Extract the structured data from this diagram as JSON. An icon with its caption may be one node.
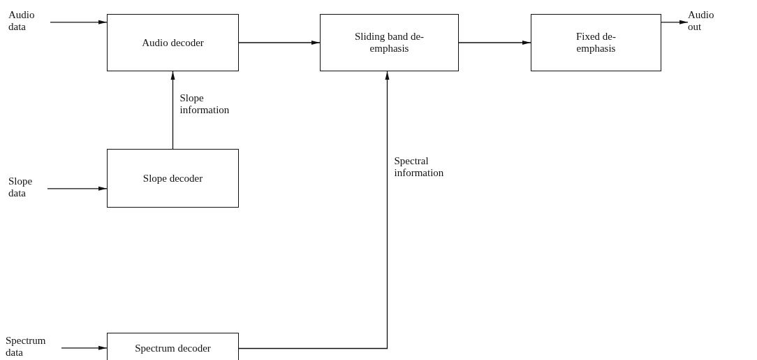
{
  "diagram": {
    "nodes": [
      {
        "text": [
          "Audio data"
        ]
      },
      {
        "text": [
          "Audio decoder"
        ]
      },
      {
        "text": [
          "Sliding band de-emphasis"
        ]
      },
      {
        "text": [
          "Fixed de-emphasis"
        ]
      },
      {
        "text": [
          "Audio out"
        ]
      },
      {
        "text": [
          "Slope data"
        ]
      },
      {
        "text": [
          "Slope decoder"
        ]
      },
      {
        "text": [
          "Spectrum data"
        ]
      },
      {
        "text": [
          "Spectrum decoder"
        ]
      }
    ],
    "edges": [
      {
        "from": 0,
        "to": 1,
        "arrow": "to"
      },
      {
        "from": 1,
        "to": 2,
        "arrow": "to"
      },
      {
        "from": 2,
        "to": 3,
        "arrow": "to"
      },
      {
        "from": 3,
        "to": 4,
        "arrow": "to"
      },
      {
        "from": 6,
        "to": 1,
        "arrow": "to",
        "label": "Slope information"
      },
      {
        "from": 5,
        "to": 6,
        "arrow": "to"
      },
      {
        "from": 7,
        "to": 8,
        "arrow": "to"
      },
      {
        "from": 8,
        "to": 2,
        "arrow": "to",
        "label": "Spectral information"
      }
    ]
  }
}
